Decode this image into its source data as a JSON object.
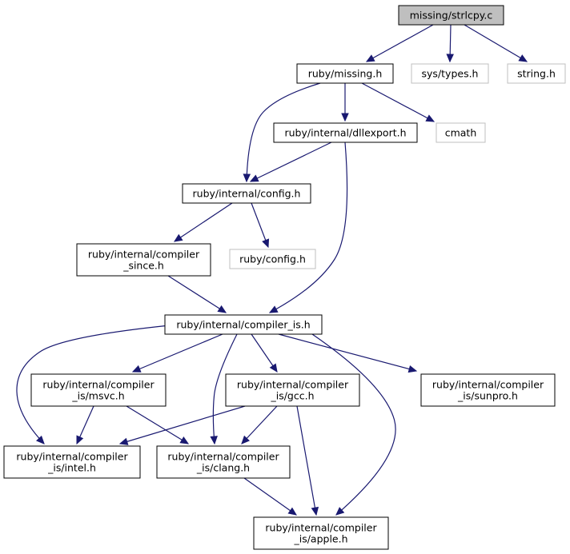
{
  "colors": {
    "edge": "#191970",
    "node_border": "#000000",
    "external_border": "#bfbfbf",
    "root_fill": "#bfbfbf",
    "background": "#ffffff"
  },
  "nodes": [
    {
      "id": "strlcpy_c",
      "lines": [
        "missing/strlcpy.c"
      ],
      "style": "root"
    },
    {
      "id": "missing_h",
      "lines": [
        "ruby/missing.h"
      ],
      "style": "normal"
    },
    {
      "id": "sys_types_h",
      "lines": [
        "sys/types.h"
      ],
      "style": "external"
    },
    {
      "id": "string_h",
      "lines": [
        "string.h"
      ],
      "style": "external"
    },
    {
      "id": "dllexport_h",
      "lines": [
        "ruby/internal/dllexport.h"
      ],
      "style": "normal"
    },
    {
      "id": "cmath",
      "lines": [
        "cmath"
      ],
      "style": "external"
    },
    {
      "id": "internal_config_h",
      "lines": [
        "ruby/internal/config.h"
      ],
      "style": "normal"
    },
    {
      "id": "compiler_since_h",
      "lines": [
        "ruby/internal/compiler",
        "_since.h"
      ],
      "style": "normal"
    },
    {
      "id": "ruby_config_h",
      "lines": [
        "ruby/config.h"
      ],
      "style": "external"
    },
    {
      "id": "compiler_is_h",
      "lines": [
        "ruby/internal/compiler_is.h"
      ],
      "style": "normal"
    },
    {
      "id": "msvc_h",
      "lines": [
        "ruby/internal/compiler",
        "_is/msvc.h"
      ],
      "style": "normal"
    },
    {
      "id": "gcc_h",
      "lines": [
        "ruby/internal/compiler",
        "_is/gcc.h"
      ],
      "style": "normal"
    },
    {
      "id": "sunpro_h",
      "lines": [
        "ruby/internal/compiler",
        "_is/sunpro.h"
      ],
      "style": "normal"
    },
    {
      "id": "intel_h",
      "lines": [
        "ruby/internal/compiler",
        "_is/intel.h"
      ],
      "style": "normal"
    },
    {
      "id": "clang_h",
      "lines": [
        "ruby/internal/compiler",
        "_is/clang.h"
      ],
      "style": "normal"
    },
    {
      "id": "apple_h",
      "lines": [
        "ruby/internal/compiler",
        "_is/apple.h"
      ],
      "style": "normal"
    }
  ],
  "edges": [
    {
      "from": "strlcpy_c",
      "to": "missing_h"
    },
    {
      "from": "strlcpy_c",
      "to": "sys_types_h"
    },
    {
      "from": "strlcpy_c",
      "to": "string_h"
    },
    {
      "from": "missing_h",
      "to": "internal_config_h"
    },
    {
      "from": "missing_h",
      "to": "dllexport_h"
    },
    {
      "from": "missing_h",
      "to": "cmath"
    },
    {
      "from": "dllexport_h",
      "to": "internal_config_h"
    },
    {
      "from": "dllexport_h",
      "to": "compiler_is_h"
    },
    {
      "from": "internal_config_h",
      "to": "compiler_since_h"
    },
    {
      "from": "internal_config_h",
      "to": "ruby_config_h"
    },
    {
      "from": "compiler_since_h",
      "to": "compiler_is_h"
    },
    {
      "from": "compiler_is_h",
      "to": "intel_h"
    },
    {
      "from": "compiler_is_h",
      "to": "msvc_h"
    },
    {
      "from": "compiler_is_h",
      "to": "clang_h"
    },
    {
      "from": "compiler_is_h",
      "to": "gcc_h"
    },
    {
      "from": "compiler_is_h",
      "to": "sunpro_h"
    },
    {
      "from": "compiler_is_h",
      "to": "apple_h"
    },
    {
      "from": "msvc_h",
      "to": "intel_h"
    },
    {
      "from": "msvc_h",
      "to": "clang_h"
    },
    {
      "from": "gcc_h",
      "to": "intel_h"
    },
    {
      "from": "gcc_h",
      "to": "clang_h"
    },
    {
      "from": "gcc_h",
      "to": "apple_h"
    },
    {
      "from": "clang_h",
      "to": "apple_h"
    }
  ]
}
